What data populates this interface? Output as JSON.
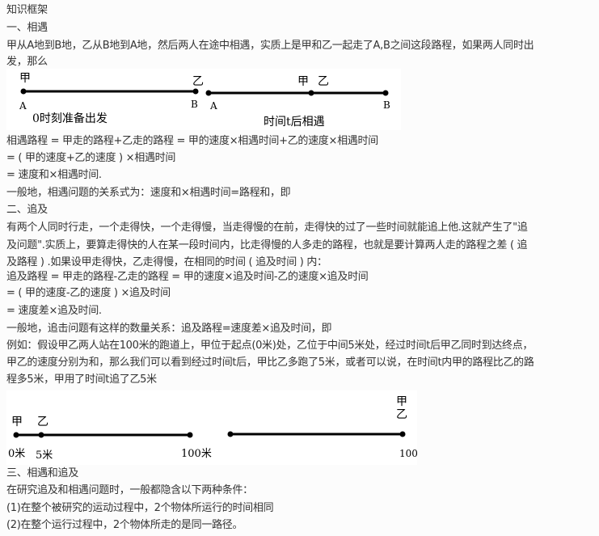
{
  "title": "知识框架",
  "section1": {
    "heading": "一、相遇",
    "intro1": "甲从A地到B地，乙从B地到A地，然后两人在途中相遇，实质上是甲和乙一起走了A,B之间这段路程，如果两人同时出",
    "intro2": "发，那么",
    "figure": {
      "jia": "甲",
      "yi": "乙",
      "a": "A",
      "b": "B",
      "caption_left": "0时刻准备出发",
      "caption_right": "时间t后相遇"
    },
    "f1": "相遇路程 = 甲走的路程+乙走的路程 = 甲的速度×相遇时间+乙的速度×相遇时间",
    "f2": " = ( 甲的速度+乙的速度 ) ×相遇时间",
    "f3": " = 速度和×相遇时间.",
    "f4": "一般地，相遇问题的关系式为：速度和×相遇时间=路程和，即"
  },
  "section2": {
    "heading": "二、追及",
    "p1": "有两个人同时行走，一个走得快，一个走得慢，当走得慢的在前，走得快的过了一些时间就能追上他.这就产生了\"追",
    "p2": "及问题\".实质上，要算走得快的人在某一段时间内，比走得慢的人多走的路程，也就是要计算两人走的路程之差 ( 追",
    "p3": "及路程 ) .如果设甲走得快，乙走得慢，在相同的时间 ( 追及时间 ) 内：",
    "f1": "追及路程 = 甲走的路程-乙走的路程 = 甲的速度×追及时间-乙的速度×追及时间",
    "f2": " = ( 甲的速度-乙的速度 ) ×追及时间",
    "f3": " = 速度差×追及时间.",
    "f4": "一般地，追击问题有这样的数量关系：追及路程=速度差×追及时间，即",
    "e1": "例如：假设甲乙两人站在100米的跑道上，甲位于起点(0米)处，乙位于中间5米处，经过时间t后甲乙同时到达终点，",
    "e2": "甲乙的速度分别为和，那么我们可以看到经过时间t后，甲比乙多跑了5米，或者可以说，在时间t内甲的路程比乙的路",
    "e3": "程多5米，甲用了时间t追了乙5米",
    "figure": {
      "jia": "甲",
      "yi": "乙",
      "m0": "0米",
      "m5": "5米",
      "m100": "100米",
      "end": "100"
    }
  },
  "section3": {
    "heading": "三、相遇和追及",
    "p1": "在研究追及和相遇问题时，一般都隐含以下两种条件：",
    "c1": "(1)在整个被研究的运动过程中，2个物体所运行的时间相同",
    "c2": "(2)在整个运行过程中，2个物体所走的是同一路径。"
  }
}
